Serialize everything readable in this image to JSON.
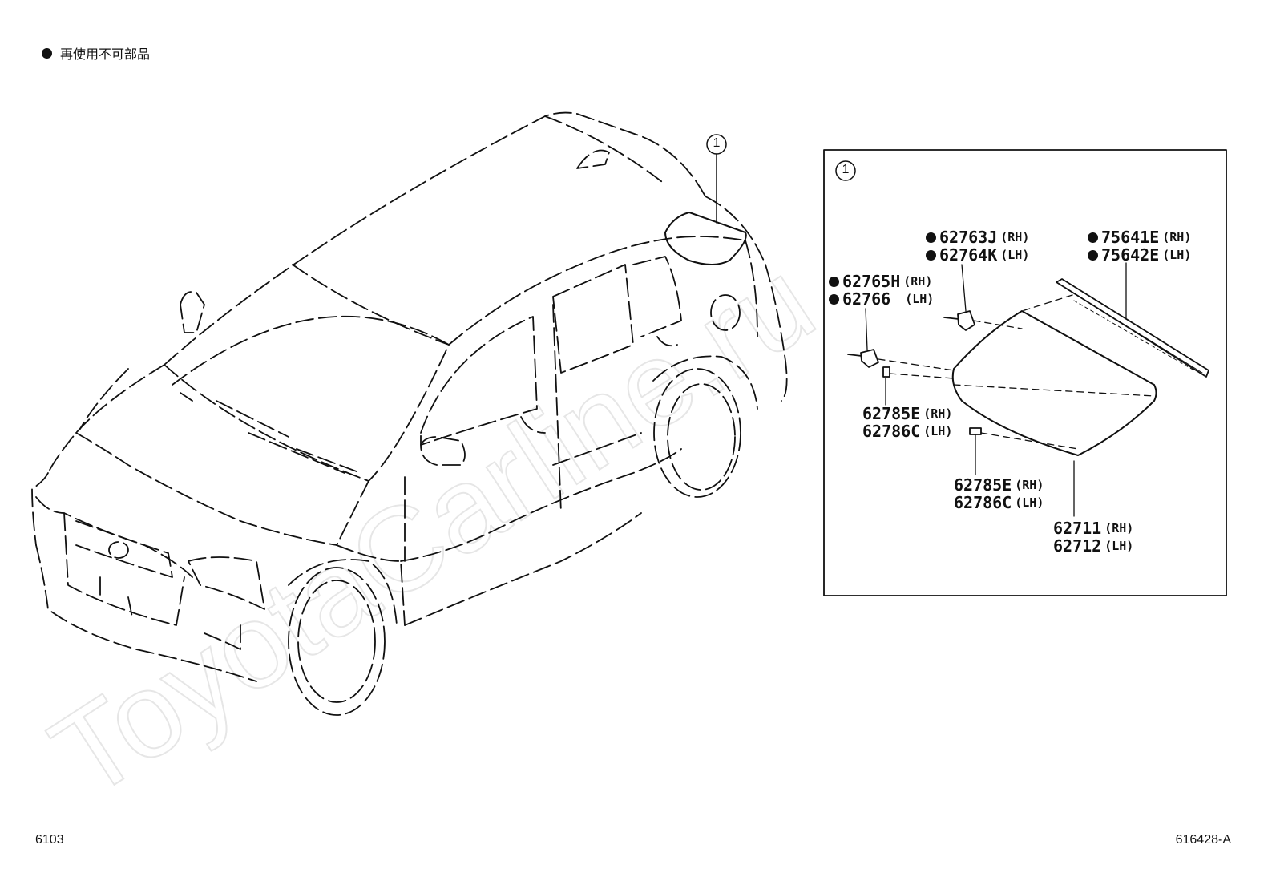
{
  "legend": {
    "text": "再使用不可部品"
  },
  "page_left_code": "6103",
  "page_right_code": "616428-A",
  "callout_number": "1",
  "watermark": "ToyotaCarline.ru",
  "parts": [
    {
      "code": "62763J",
      "side": "(RH)",
      "non_reusable": true
    },
    {
      "code": "62764K",
      "side": "(LH)",
      "non_reusable": true
    },
    {
      "code": "75641E",
      "side": "(RH)",
      "non_reusable": true
    },
    {
      "code": "75642E",
      "side": "(LH)",
      "non_reusable": true
    },
    {
      "code": "62765H",
      "side": "(RH)",
      "non_reusable": true
    },
    {
      "code": "62766",
      "side": "(LH)",
      "non_reusable": true
    },
    {
      "code": "62785E",
      "side": "(RH)",
      "non_reusable": false
    },
    {
      "code": "62786C",
      "side": "(LH)",
      "non_reusable": false
    },
    {
      "code": "62785E",
      "side": "(RH)",
      "non_reusable": false
    },
    {
      "code": "62786C",
      "side": "(LH)",
      "non_reusable": false
    },
    {
      "code": "62711",
      "side": "(RH)",
      "non_reusable": false
    },
    {
      "code": "62712",
      "side": "(LH)",
      "non_reusable": false
    }
  ]
}
